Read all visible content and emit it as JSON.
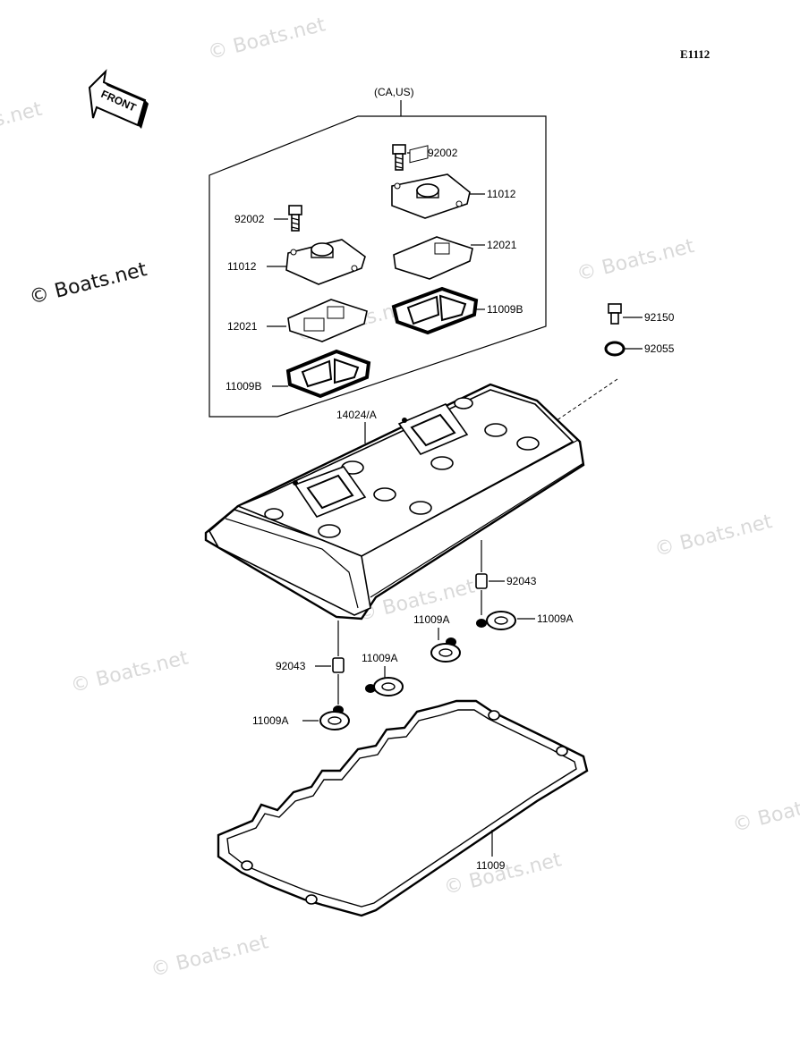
{
  "diagram_code": "E1112",
  "front_label": "FRONT",
  "region_label": "(CA,US)",
  "watermark": "© Boats.net",
  "parts": {
    "bolt_top": "92002",
    "cap_top": "11012",
    "bolt_left": "92002",
    "plate_top": "12021",
    "cap_left": "11012",
    "gasket_b_top": "11009B",
    "plate_left": "12021",
    "gasket_b_left": "11009B",
    "cover": "14024/A",
    "bolt_right": "92150",
    "washer_right": "92055",
    "dowel_right": "92043",
    "oring_right": "11009A",
    "oring_mid": "11009A",
    "dowel_left": "92043",
    "oring_center": "11009A",
    "oring_left": "11009A",
    "gasket_main": "11009"
  }
}
